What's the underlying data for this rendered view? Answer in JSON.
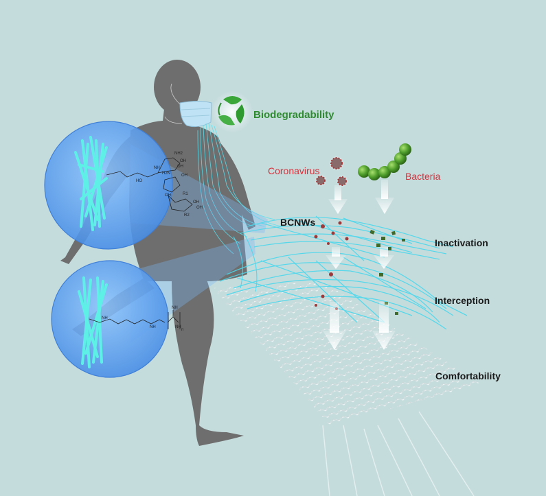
{
  "figure": {
    "background": "#c5dcdd",
    "labels": {
      "biodegradability": "Biodegradability",
      "coronavirus": "Coronavirus",
      "bacteria": "Bacteria",
      "bcnws": "BCNWs",
      "inactivation": "Inactivation",
      "interception": "Interception",
      "comfortability": "Comfortability"
    },
    "colors": {
      "silhouette": "#6e6e6e",
      "fiber": "#3fd6e6",
      "zoom_circle": "#5aa0f0",
      "green_label": "#2e8b2e",
      "red_label": "#d8303a",
      "virus": "#a04040",
      "bacteria": "#5fae3a",
      "mesh": "#ffffff"
    },
    "chemistry": {
      "upper_circle": [
        "NH2",
        "OH",
        "OH",
        "NH",
        "H2N",
        "HO",
        "OH",
        "OH",
        "R1",
        "OH",
        "OH",
        "R2"
      ],
      "lower_circle": [
        "NH",
        "NH",
        "NH",
        "NH",
        "n"
      ]
    }
  }
}
